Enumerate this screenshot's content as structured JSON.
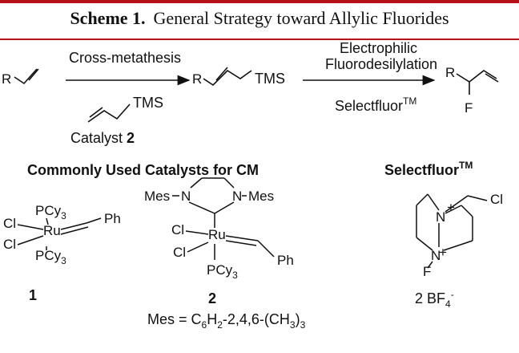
{
  "scheme": {
    "label": "Scheme 1.",
    "title": "General Strategy toward Allylic Fluorides"
  },
  "reaction": {
    "start_substituent": "R",
    "step1_above": "Cross-metathesis",
    "step1_reagent": "TMS",
    "step1_catalyst_prefix": "Catalyst ",
    "step1_catalyst_num": "2",
    "intermediate_r": "R",
    "intermediate_tms": "TMS",
    "step2_above_1": "Electrophilic",
    "step2_above_2": "Fluorodesilylation",
    "step2_below": "Selectfluor",
    "step2_below_tm": "TM",
    "product_r": "R",
    "product_f": "F"
  },
  "catalysts": {
    "header": "Commonly Used  Catalysts for CM",
    "c1_num": "1",
    "c2_num": "2",
    "mes_def": "Mes = C6H2-2,4,6-(CH3)3"
  },
  "selectfluor": {
    "header": "Selectfluor",
    "header_tm": "TM",
    "counterion": "2 BF4-"
  }
}
